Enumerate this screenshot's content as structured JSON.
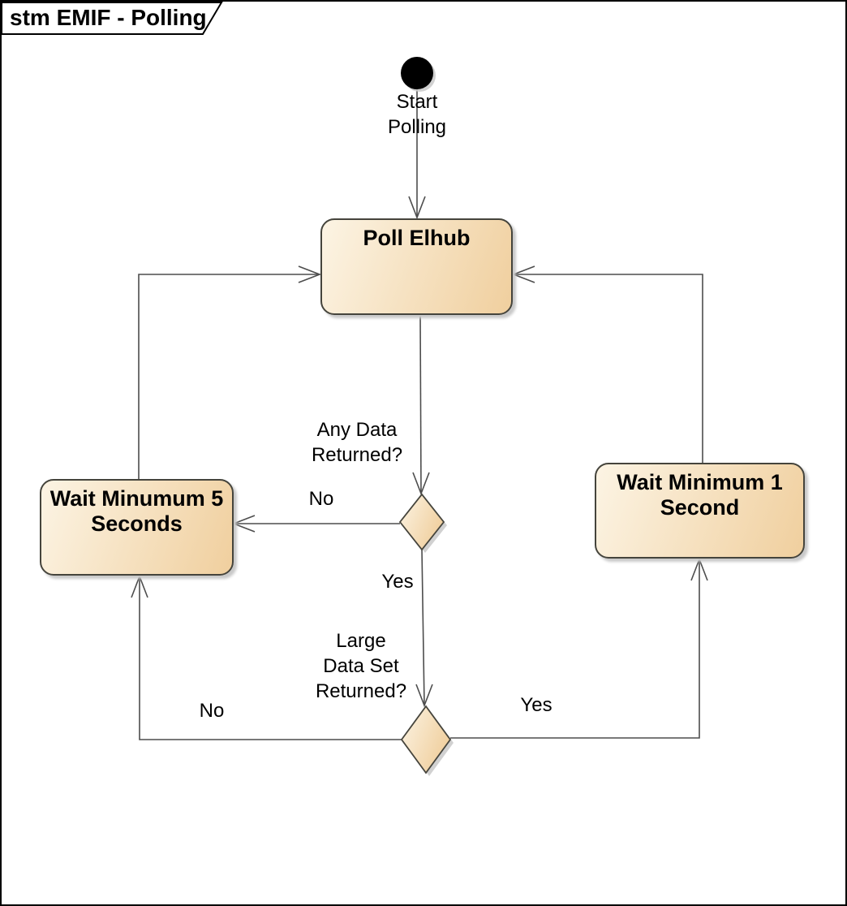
{
  "frame": {
    "title": "stm EMIF - Polling"
  },
  "nodes": {
    "start": {
      "label": "Start\nPolling",
      "type": "initial"
    },
    "poll_elhub": {
      "label": "Poll Elhub"
    },
    "wait_5_seconds": {
      "label": "Wait Minumum 5\nSeconds"
    },
    "wait_1_second": {
      "label": "Wait Minimum 1\nSecond"
    }
  },
  "edge_labels": {
    "any_data_question": "Any Data\nReturned?",
    "any_data_no": "No",
    "any_data_yes": "Yes",
    "large_data_question": "Large\nData Set\nReturned?",
    "large_data_no": "No",
    "large_data_yes": "Yes"
  },
  "colors": {
    "node_fill_light": "#fcf4e4",
    "node_fill_dark": "#f0cf9e",
    "node_border": "#45443c",
    "connector": "#4d4d4d",
    "shadow": "#c9c9c9",
    "initial_node": "#000000",
    "frame_border": "#000000",
    "text": "#000000"
  }
}
